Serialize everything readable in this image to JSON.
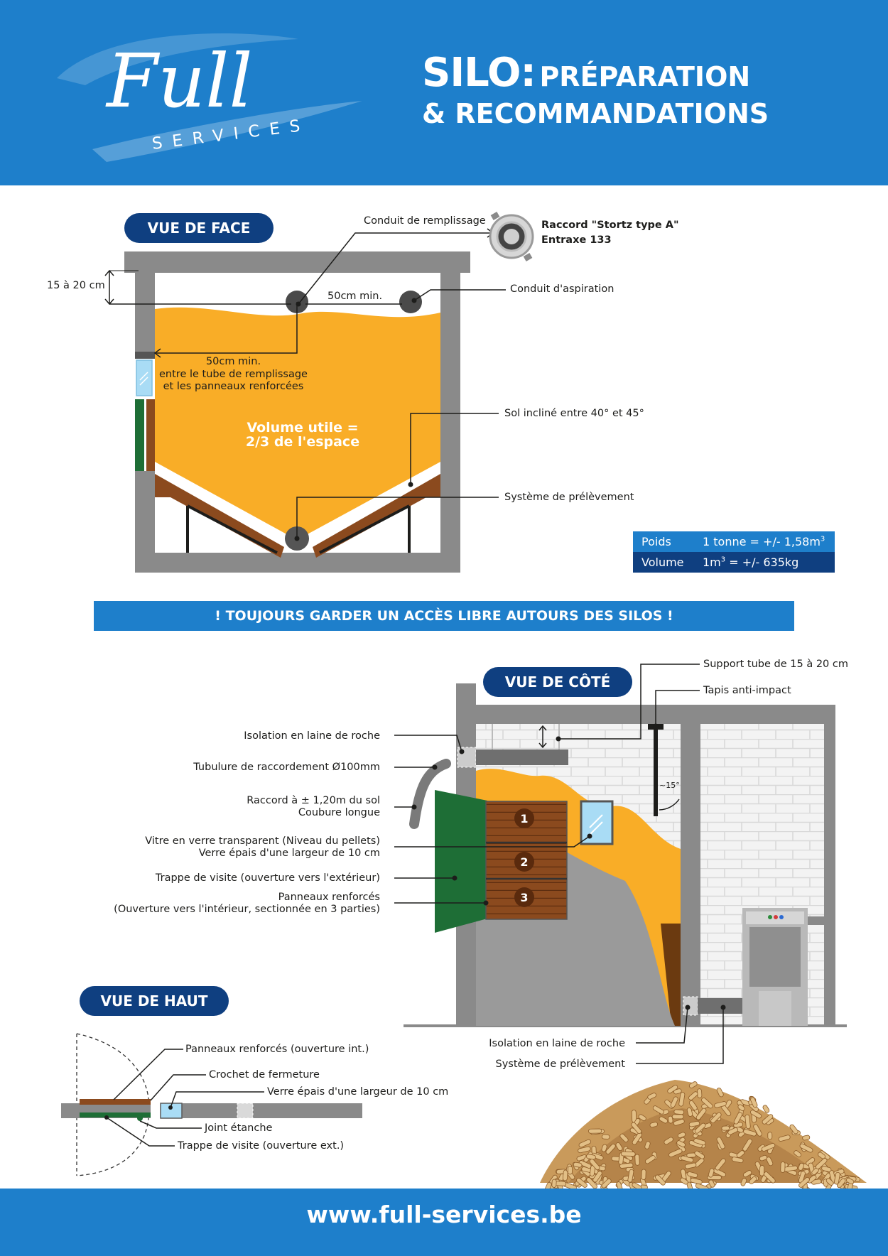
{
  "brand": {
    "logo_text": "Full",
    "logo_sub": "SERVICES"
  },
  "title": {
    "silo": "SILO",
    "colon": ":",
    "line1": "PRÉPARATION",
    "line2": "& RECOMMANDATIONS"
  },
  "front_view": {
    "heading": "VUE DE FACE",
    "fill_conduit": "Conduit de remplissage",
    "coupling": "Raccord \"Stortz type A\"",
    "coupling_axis": "Entraxe 133",
    "aspiration": "Conduit d'aspiration",
    "gap_top": "15 à 20 cm",
    "spacing_tubes": "50cm min.",
    "spacing_panel_1": "50cm min.",
    "spacing_panel_2": "entre le tube de remplissage",
    "spacing_panel_3": "et les panneaux renforcées",
    "volume_1": "Volume utile =",
    "volume_2": "2/3 de l'espace",
    "floor": "Sol incliné entre 40° et 45°",
    "sampling": "Système de prélèvement"
  },
  "table": {
    "rows": [
      {
        "key": "Poids",
        "value": "1 tonne = +/- 1,58m",
        "sup": "3"
      },
      {
        "key": "Volume",
        "value": "1m",
        "sup": "3",
        "value2": " = +/- 635kg"
      }
    ]
  },
  "banner": "! TOUJOURS GARDER UN ACCÈS LIBRE AUTOURS DES SILOS !",
  "side_view": {
    "heading": "VUE DE CÔTÉ",
    "support": "Support tube de 15 à 20 cm",
    "mat": "Tapis anti-impact",
    "angle": "~15°",
    "insulation": "Isolation en laine de roche",
    "tubing": "Tubulure de raccordement Ø100mm",
    "connection_1": "Raccord à ± 1,20m du sol",
    "connection_2": "Coubure longue",
    "glass_1": "Vitre en verre transparent (Niveau du pellets)",
    "glass_2": "Verre épais d'une largeur de 10 cm",
    "hatch": "Trappe de visite (ouverture vers l'extérieur)",
    "panels_1": "Panneaux renforcés",
    "panels_2": "(Ouverture vers l'intérieur, sectionnée en 3 parties)",
    "panel_numbers": [
      "1",
      "2",
      "3"
    ],
    "insulation_bottom": "Isolation en laine de roche",
    "sampling_bottom": "Système de prélèvement"
  },
  "top_view": {
    "heading": "VUE DE HAUT",
    "panels": "Panneaux renforcés (ouverture int.)",
    "hook": "Crochet de fermeture",
    "glass": "Verre épais d'une largeur de 10 cm",
    "seal": "Joint étanche",
    "hatch": "Trappe de visite (ouverture ext.)"
  },
  "footer": {
    "url": "www.full-services.be"
  },
  "colors": {
    "blue": "#1e7fcb",
    "navy": "#0f3f80",
    "pellet": "#f9ad27",
    "wall": "#8a8a8a",
    "wood": "#8b4a1e",
    "green": "#1e6e36"
  }
}
